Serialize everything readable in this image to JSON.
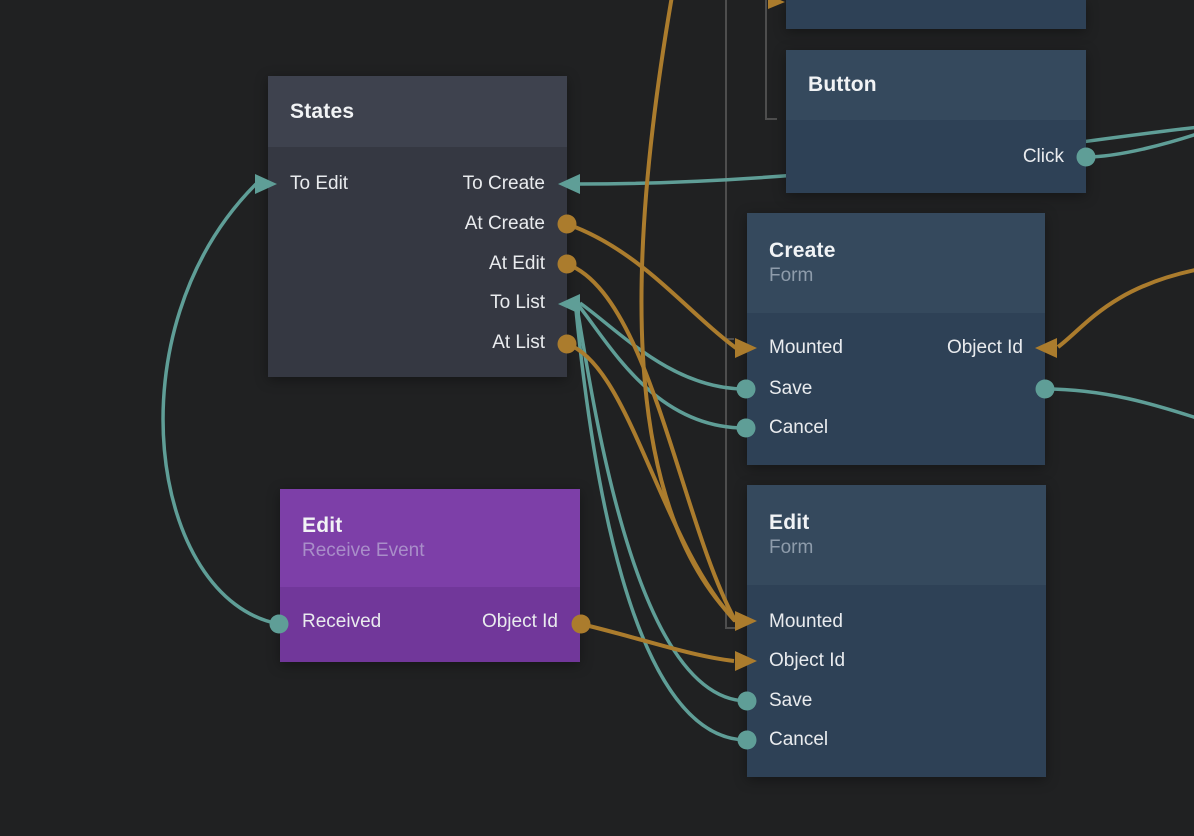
{
  "app": {
    "description": "Node graph editor canvas with state machine and form nodes connected by signal and data wires"
  },
  "colors": {
    "canvas_background": "#202122",
    "signal_wire_teal": "#5f9e97",
    "data_wire_orange": "#ab7c2d",
    "dim_wire_gray": "#4e4e4e",
    "blue_node_header": "#35495d",
    "blue_node_body": "#2e4156",
    "slate_node_header": "#3e424e",
    "slate_node_body": "#353842",
    "purple_node_header": "#7d3fa8",
    "purple_node_body": "#71379a"
  },
  "nodes": {
    "states": {
      "title": "States",
      "ports": {
        "to_edit": "To Edit",
        "to_create": "To Create",
        "at_create": "At Create",
        "at_edit": "At Edit",
        "to_list": "To List",
        "at_list": "At List"
      }
    },
    "button": {
      "title": "Button",
      "ports": {
        "click": "Click"
      }
    },
    "create_form": {
      "title": "Create",
      "subtitle": "Form",
      "ports": {
        "mounted": "Mounted",
        "object_id": "Object Id",
        "save": "Save",
        "cancel": "Cancel"
      }
    },
    "edit_receive_event": {
      "title": "Edit",
      "subtitle": "Receive Event",
      "ports": {
        "received": "Received",
        "object_id": "Object Id"
      }
    },
    "edit_form": {
      "title": "Edit",
      "subtitle": "Form",
      "ports": {
        "mounted": "Mounted",
        "object_id": "Object Id",
        "save": "Save",
        "cancel": "Cancel"
      }
    }
  }
}
